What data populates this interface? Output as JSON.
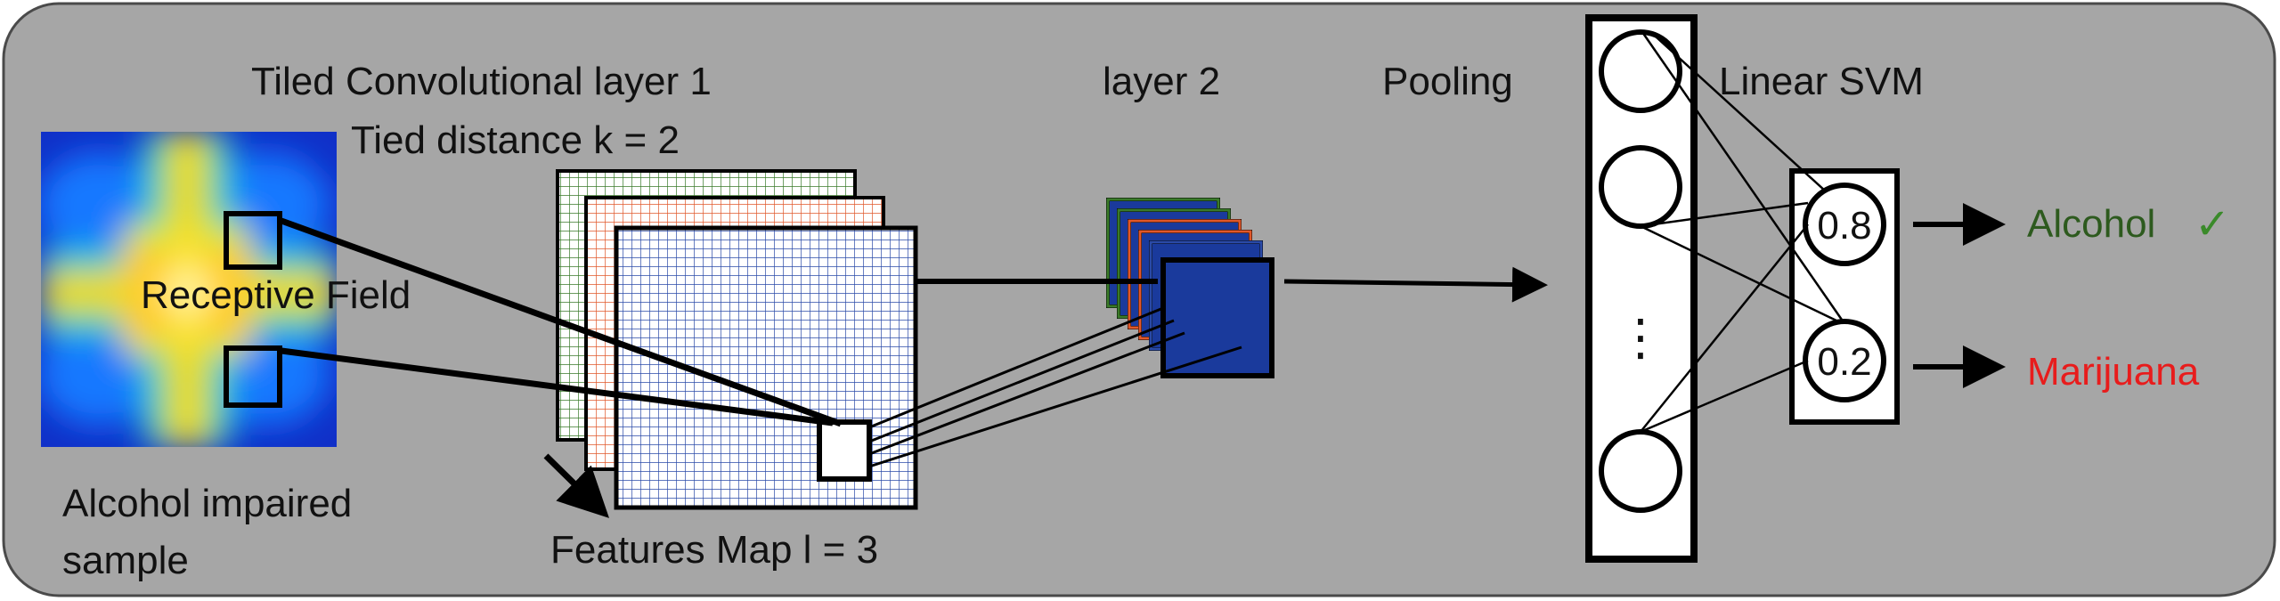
{
  "labels": {
    "tiled_conv_line1": "Tiled Convolutional layer 1",
    "tiled_conv_line2": "Tied distance k = 2",
    "receptive_field": "Receptive Field",
    "sample_line1": "Alcohol impaired",
    "sample_line2": "sample",
    "features_map": "Features Map l = 3",
    "layer2": "layer 2",
    "pooling": "Pooling",
    "linear_svm": "Linear SVM",
    "ellipsis": "⋮",
    "score_top": "0.8",
    "score_bottom": "0.2",
    "class_alcohol": "Alcohol",
    "checkmark": "✓",
    "class_marijuana": "Marijuana"
  },
  "colors": {
    "panel": "#a6a6a6",
    "map_green": "#3a7a2a",
    "map_orange": "#e0572a",
    "map_blue": "#2a4aa8",
    "layer2_fill": "#1a3a9c",
    "alcohol_text": "#2d5a1e",
    "check_mark": "#3a8a2a",
    "marijuana_text": "#e81c1c"
  },
  "icons": [
    "heatmap-image",
    "checkmark-icon"
  ]
}
